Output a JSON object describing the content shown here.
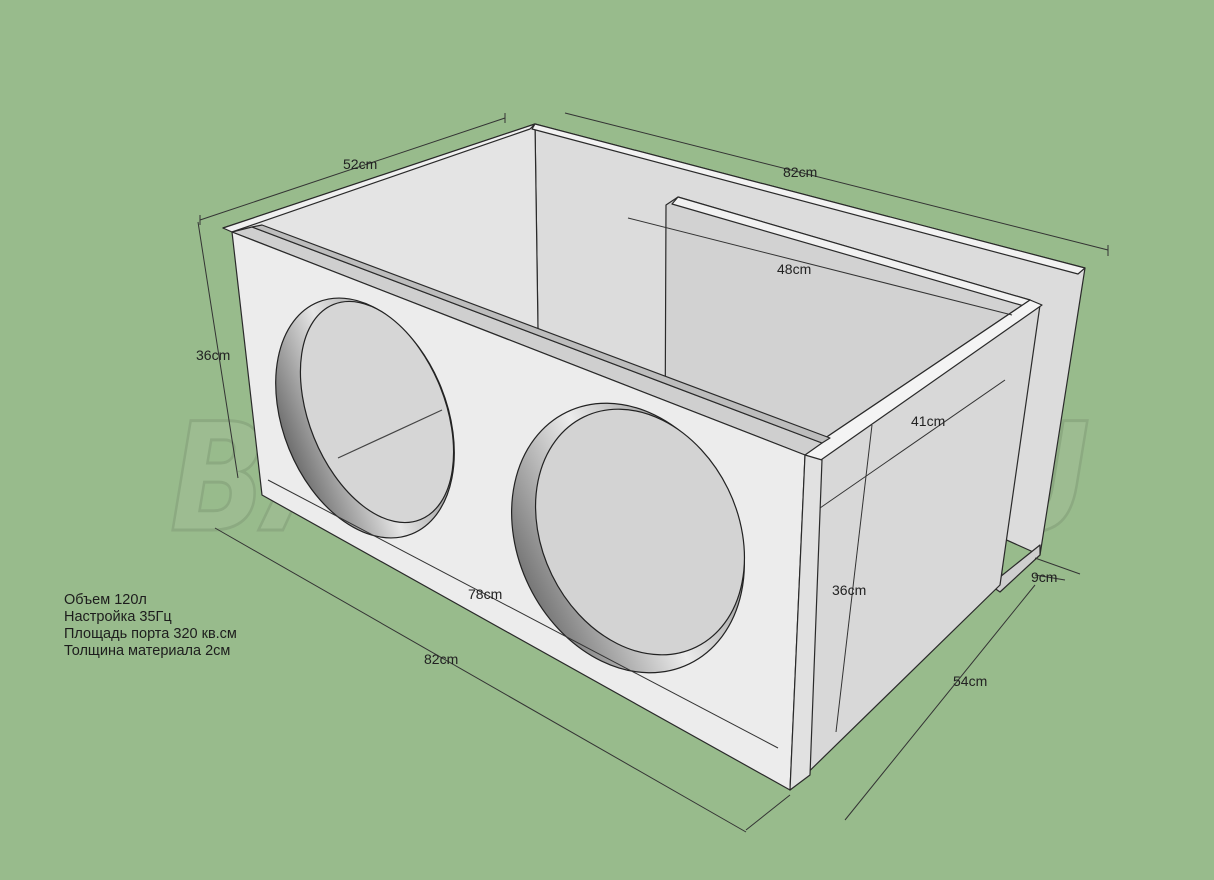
{
  "watermark": "BASSBOX.RU",
  "specs": [
    "Объем 120л",
    "Настройка 35Гц",
    "Площадь порта 320 кв.см",
    "Толщина материала 2см"
  ],
  "dimensions": {
    "top_depth": "52cm",
    "top_length": "82cm",
    "height_left": "36cm",
    "port_length": "48cm",
    "inner_depth": "41cm",
    "front_inner": "78cm",
    "bottom_length": "82cm",
    "height_right": "36cm",
    "port_width": "9cm",
    "side_depth": "54cm"
  }
}
